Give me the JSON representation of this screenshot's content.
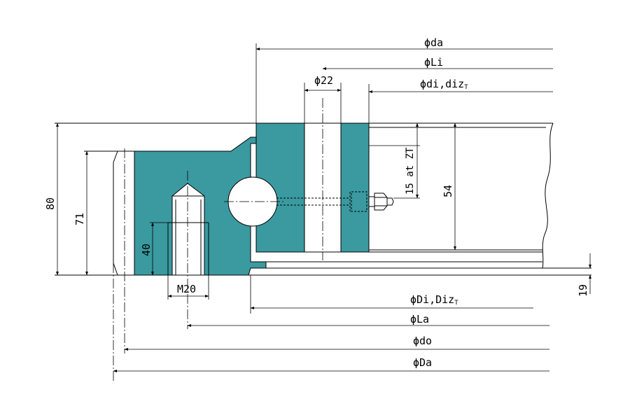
{
  "colors": {
    "part_fill": "#3a9aa0",
    "line": "#000000",
    "background": "#ffffff"
  },
  "labels": {
    "da": "ϕda",
    "Li": "ϕLi",
    "di_main": "ϕdi,diz",
    "di_sub": "T",
    "hole_dia": "ϕ22",
    "Di_main": "ϕDi,Diz",
    "Di_sub": "T",
    "La": "ϕLa",
    "do": "ϕdo",
    "Da": "ϕDa"
  },
  "dimensions": {
    "h80": "80",
    "h71": "71",
    "h40": "40",
    "thread": "M20",
    "h15": "15 at ZT",
    "h54": "54",
    "h19": "19"
  }
}
